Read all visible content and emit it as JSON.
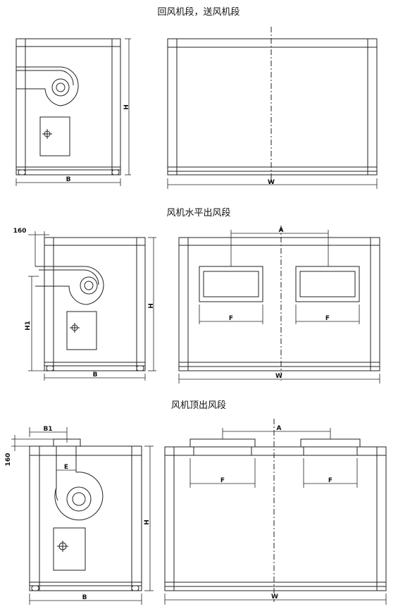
{
  "sections": [
    {
      "id": "return-supply",
      "title": "回风机段，送风机段",
      "labels": {
        "b": "B",
        "h": "H",
        "w": "W"
      }
    },
    {
      "id": "horizontal-outlet",
      "title": "风机水平出风段",
      "labels": {
        "a": "A",
        "b": "B",
        "h": "H",
        "h1": "H1",
        "w": "W",
        "f": "F",
        "offset": "160"
      }
    },
    {
      "id": "top-outlet",
      "title": "风机顶出风段",
      "labels": {
        "a": "A",
        "b": "B",
        "b1": "B1",
        "e": "E",
        "h": "H",
        "w": "W",
        "f": "F",
        "offset": "160"
      }
    }
  ]
}
